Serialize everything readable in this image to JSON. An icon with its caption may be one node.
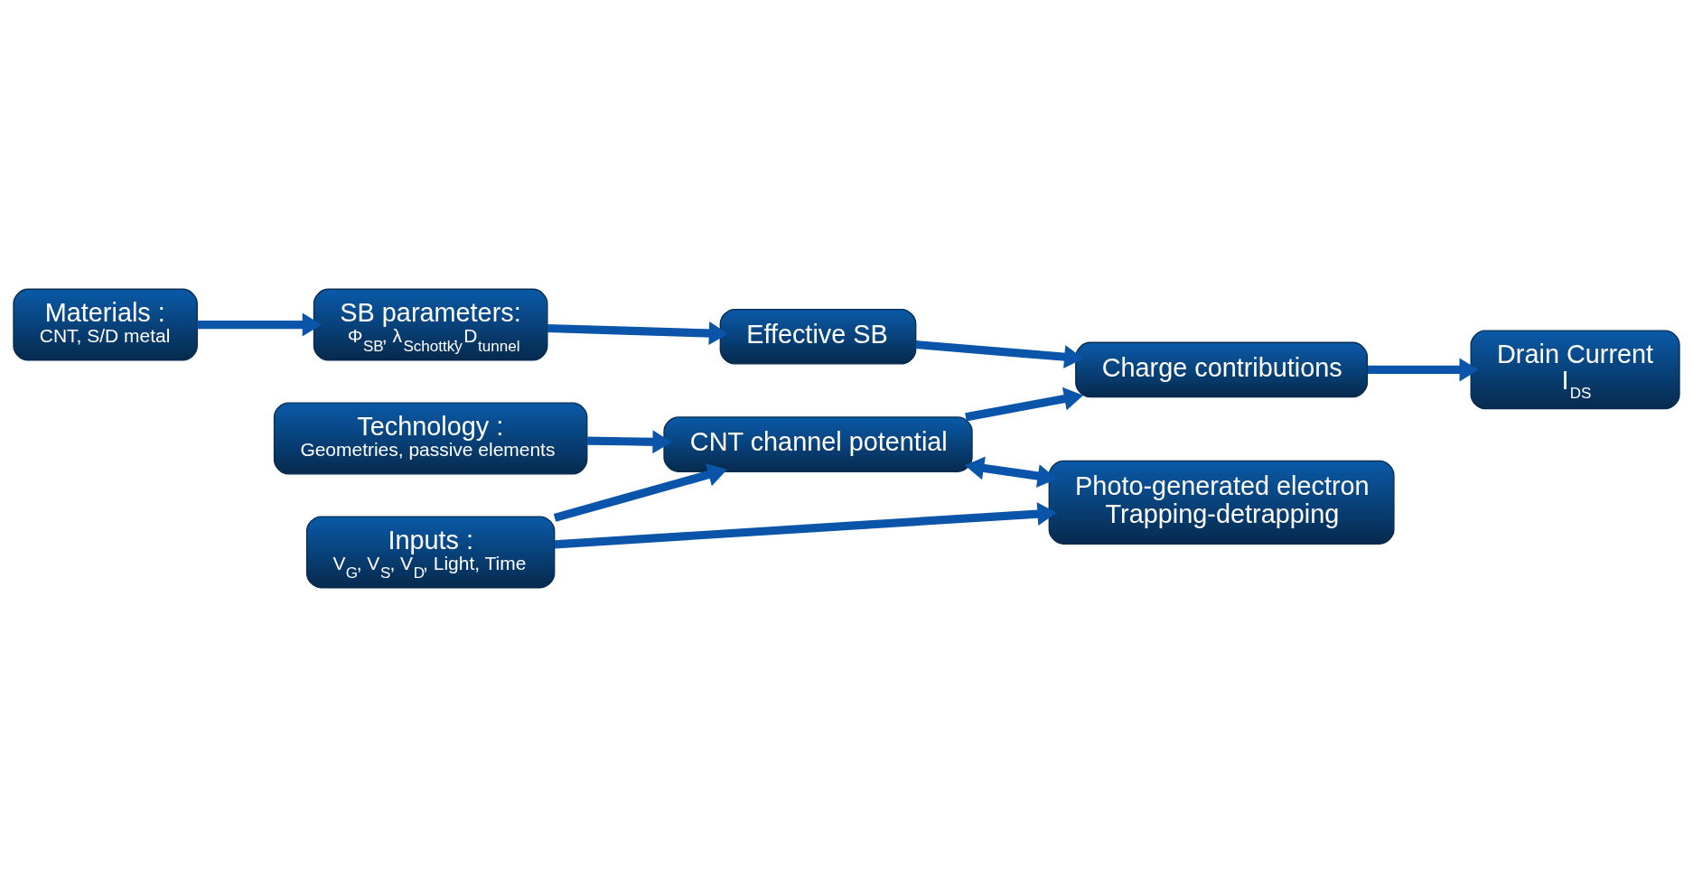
{
  "diagram": {
    "nodes": [
      {
        "text": [
          "Materials :",
          "CNT, S/D metal"
        ]
      },
      {
        "text": [
          "SB parameters:",
          "Φ$_{SB}$, λ$_{Schottky}$, D$_{tunnel}$"
        ]
      },
      {
        "text": [
          "Effective SB"
        ]
      },
      {
        "text": [
          "Technology :",
          "Geometries, passive elements"
        ]
      },
      {
        "text": [
          "Charge contributions"
        ]
      },
      {
        "text": [
          "Drain Current",
          "I$_{DS}$"
        ]
      },
      {
        "text": [
          "CNT channel potential"
        ]
      },
      {
        "text": [
          "Inputs :",
          "V$_{G}$, V$_{S}$, V$_{D}$, Light, Time"
        ]
      },
      {
        "text": [
          "Photo-generated electron Trapping-detrapping"
        ]
      }
    ],
    "edges": [
      {
        "from": 0,
        "to": 1,
        "arrow": "to"
      },
      {
        "from": 1,
        "to": 2,
        "arrow": "to"
      },
      {
        "from": 2,
        "to": 4,
        "arrow": "to"
      },
      {
        "from": 3,
        "to": 6,
        "arrow": "to"
      },
      {
        "from": 6,
        "to": 4,
        "arrow": "to"
      },
      {
        "from": 4,
        "to": 5,
        "arrow": "to"
      },
      {
        "from": 7,
        "to": 6,
        "arrow": "to"
      },
      {
        "from": 7,
        "to": 8,
        "arrow": "to"
      },
      {
        "from": 6,
        "to": 8,
        "arrow": "both"
      }
    ]
  }
}
